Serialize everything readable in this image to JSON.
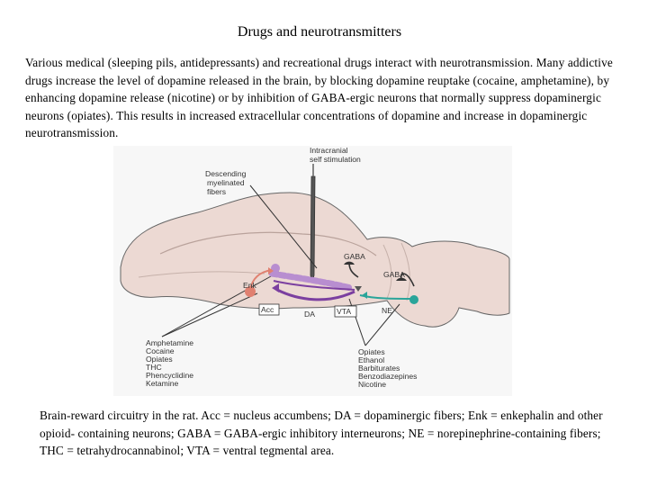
{
  "page": {
    "title": "Drugs and neurotransmitters",
    "intro": "Various medical (sleeping pils, antidepressants) and recreational drugs interact with neurotransmission. Many addictive drugs increase the level of dopamine released in the brain, by blocking dopamine reuptake (cocaine, amphetamine), by enhancing dopamine release (nicotine) or by inhibition of GABA-ergic neurons that normally suppress dopaminergic neurons (opiates). This results in increased extracellular concentrations of dopamine and increase in dopaminergic neurotransmission.",
    "caption": "Brain-reward circuitry in the rat. Acc = nucleus accumbens; DA = dopaminergic fibers; Enk = enkephalin and other opioid- containing neurons; GABA = GABA-ergic inhibitory interneurons; NE = norepinephrine-containing fibers; THC = tetrahydrocannabinol; VTA = ventral tegmental area."
  },
  "diagram": {
    "intracranial": [
      "Intracranial",
      "self stimulation"
    ],
    "descending": [
      "Descending",
      "myelinated",
      "fibers"
    ],
    "gaba_top": "GABA",
    "gaba_right": "GABA",
    "enk": "Enk",
    "acc": "Acc",
    "da": "DA",
    "vta": "VTA",
    "ne": "NE",
    "left_drugs": [
      "Amphetamine",
      "Cocaine",
      "Opiates",
      "THC",
      "Phencyclidine",
      "Ketamine"
    ],
    "right_drugs": [
      "Opiates",
      "Ethanol",
      "Barbiturates",
      "Benzodiazepines",
      "Nicotine"
    ],
    "colors": {
      "brain": "#ecd9d3",
      "brain_outline": "#555555",
      "da_fiber": "#7b3fa0",
      "da_fiber_light": "#b88ed0",
      "enk": "#e08070",
      "ne": "#2aa59a",
      "gaba": "#333333"
    }
  }
}
